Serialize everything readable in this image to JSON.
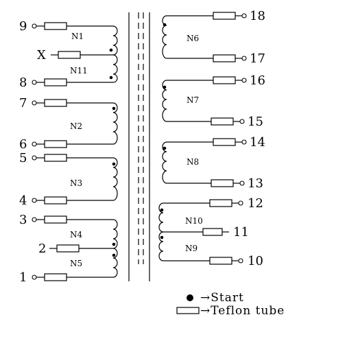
{
  "pins": {
    "p9": "9",
    "px": "X",
    "p8": "8",
    "p7": "7",
    "p6": "6",
    "p5": "5",
    "p4": "4",
    "p3": "3",
    "p2": "2",
    "p1": "1",
    "p18": "18",
    "p17": "17",
    "p16": "16",
    "p15": "15",
    "p14": "14",
    "p13": "13",
    "p12": "12",
    "p11": "11",
    "p10": "10"
  },
  "windings": {
    "n1": "N1",
    "n11": "N11",
    "n2": "N2",
    "n3": "N3",
    "n4": "N4",
    "n5": "N5",
    "n6": "N6",
    "n7": "N7",
    "n8": "N8",
    "n10": "N10",
    "n9": "N9"
  },
  "legend": {
    "start": "→Start",
    "tube": "→Teflon tube"
  }
}
